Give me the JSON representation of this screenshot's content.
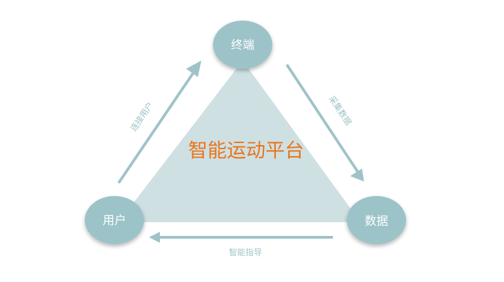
{
  "diagram": {
    "center_title": "智能运动平台",
    "nodes": {
      "top": "终端",
      "left": "用户",
      "right": "数据"
    },
    "edges": {
      "left_to_top": "连接用户",
      "top_to_right": "采集数据",
      "right_to_left": "智能指导"
    }
  },
  "colors": {
    "triangle": "#cfe0e3",
    "node": "#9cc3c8",
    "arrow": "#9fc3c8",
    "center_text": "#e8751a",
    "node_text": "#ffffff"
  }
}
